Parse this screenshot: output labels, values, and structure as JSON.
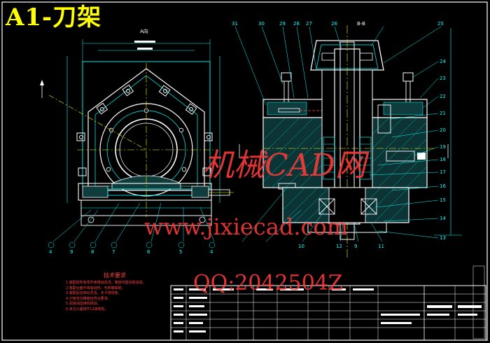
{
  "title": "A1-刀架",
  "watermark": {
    "brand": "机械CAD网",
    "url": "www.jixiecad.com",
    "qq": "QQ:2042504Z"
  },
  "left_view": {
    "label": "A向",
    "callouts": [
      "4",
      "9",
      "8",
      "7",
      "6",
      "5",
      "4"
    ]
  },
  "right_view": {
    "label": "B-B",
    "callouts_top": [
      "31",
      "30",
      "29",
      "28",
      "27",
      "26",
      "25"
    ],
    "callouts_right": [
      "24",
      "23",
      "22",
      "21",
      "20",
      "19",
      "18",
      "17",
      "16",
      "15",
      "14",
      "13"
    ],
    "callouts_bottom": [
      "12",
      "11",
      "10",
      "9"
    ]
  },
  "notes": {
    "title": "技术要求",
    "items": [
      "1.装配前所有零件用煤油清洗，箱体内壁涂耐油漆。",
      "2.各配合面不得有划伤、毛刺等缺陷。",
      "3.装配后应转动灵活，无卡滞现象。",
      "4.刀架定位精度应符合要求。",
      "5.润滑油选用机械油。",
      "6.未注公差按IT12级制造。"
    ]
  },
  "colors": {
    "outline": "#00ffff",
    "hatch": "#00b8b8",
    "part": "#ffffff",
    "centerline": "#ffff00",
    "dimension": "#ff4040",
    "border": "#ffffff",
    "title": "#ffff00",
    "watermark": "#ff3b3b"
  }
}
